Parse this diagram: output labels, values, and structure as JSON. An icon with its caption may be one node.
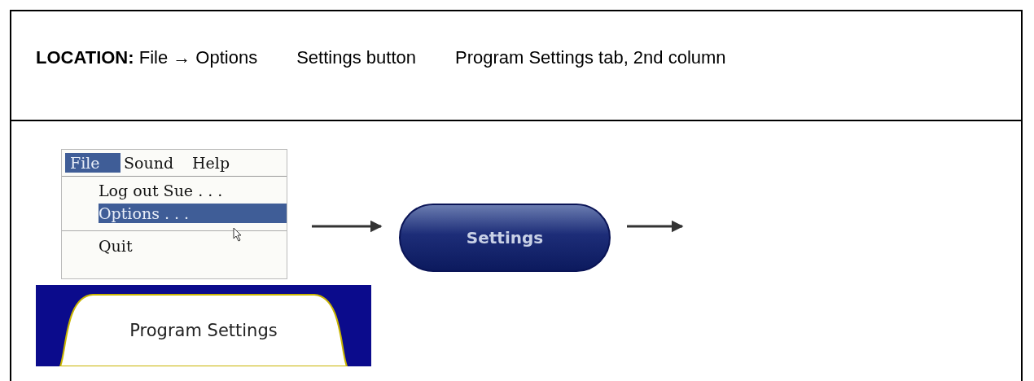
{
  "diagram": {
    "nodes": [
      {
        "text": [
          "File",
          "Sound",
          "Help",
          "Log out Sue . . .",
          "Options . . .",
          "Quit"
        ]
      },
      {
        "text": [
          "Settings"
        ]
      },
      {
        "text": [
          "Program Settings"
        ]
      }
    ],
    "edges": [
      {
        "from": 0,
        "to": 1,
        "arrow": "to"
      },
      {
        "from": 1,
        "to": null,
        "arrow": "to"
      }
    ],
    "labels": [
      "**LOCATION:** File → Options",
      "Settings button",
      "Program Settings tab, 2nd column"
    ]
  }
}
